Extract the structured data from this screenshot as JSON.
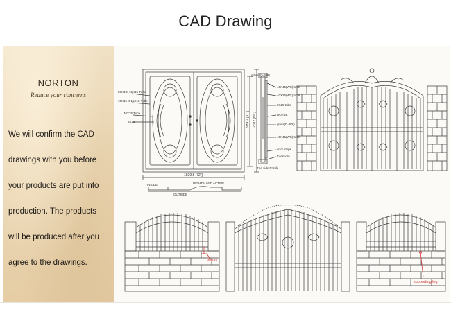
{
  "header": {
    "title": "CAD Drawing"
  },
  "sidebar": {
    "brand": "NORTON",
    "tagline": "Reduce your concerns",
    "paragraph_lines": [
      "We will confirm the CAD",
      "drawings with you before",
      "your products are put into",
      "production. The products",
      "will be produced after you",
      "agree to the drawings."
    ]
  },
  "door_drawing": {
    "width_dim": "1829.8 [72\"]",
    "height_dim": "939.7 [37\"]",
    "overall_height_dim": "2032 [80\"]",
    "left_labels": [
      "50X3 X 15X15 Tube",
      "15X15 X 15X15 Tube",
      "40X25 Tube",
      "5X25"
    ],
    "right_labels": [
      "45X45(WX) tube",
      "40X25(WX) tube",
      "5X25 tube",
      "DOTBE",
      "glass(D=5/8)",
      "45X45(WX) tube",
      "door stops",
      "threshold",
      "The side Profile"
    ],
    "top_labels": [
      "glass (D=5/8)",
      "The side Profile"
    ],
    "bottom_labels": [
      "INSIDE",
      "RIGHT HAND ACTIVE",
      "OUTSIDE"
    ]
  },
  "gate_drawing": {
    "dim_50mm": "50mm",
    "supporting_leg": "supporting leg"
  },
  "colors": {
    "sidebar_bg": "#ead6b3",
    "line": "#3a3a3a",
    "dimension_red": "#d23a3a"
  }
}
